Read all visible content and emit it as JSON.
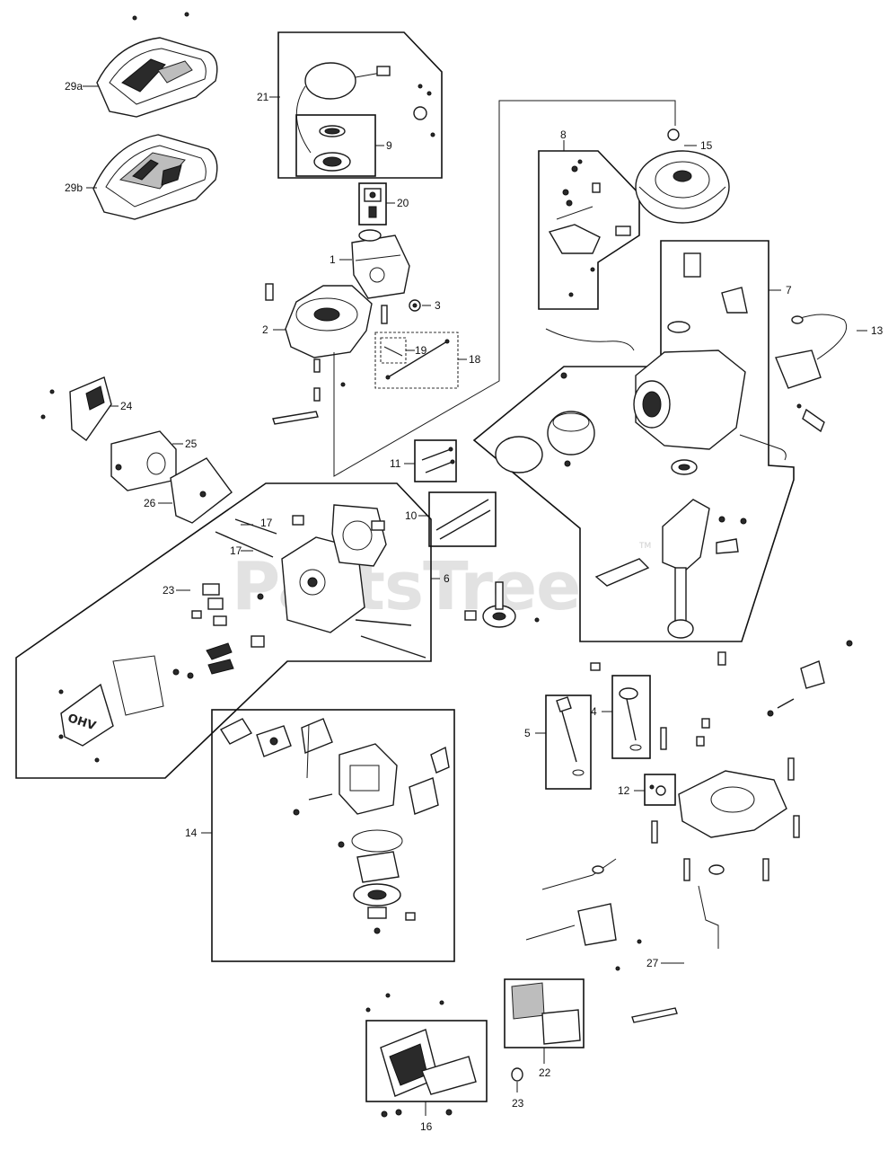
{
  "watermark": "PartsTree",
  "watermark_tm": "TM",
  "labels": {
    "l29a": "29a",
    "l29b": "29b",
    "l21": "21",
    "l9": "9",
    "l20": "20",
    "l1": "1",
    "l2": "2",
    "l3": "3",
    "l19": "19",
    "l18": "18",
    "l8": "8",
    "l15": "15",
    "l7": "7",
    "l13": "13",
    "l24": "24",
    "l25": "25",
    "l26": "26",
    "l11": "11",
    "l10": "10",
    "l17a": "17",
    "l17b": "17",
    "l23a": "23",
    "l6": "6",
    "l4": "4",
    "l5": "5",
    "l12": "12",
    "l14": "14",
    "l27": "27",
    "l22": "22",
    "l16": "16",
    "l23b": "23"
  },
  "valve_cover_text": "OHV"
}
